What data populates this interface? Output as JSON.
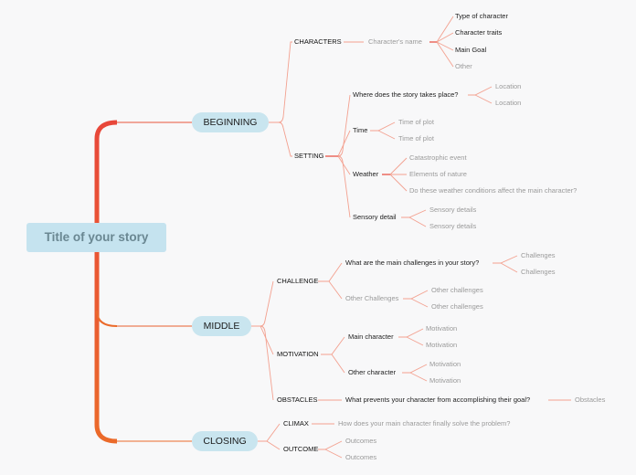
{
  "root": "Title of your story",
  "sections": {
    "beginning": "BEGINNING",
    "middle": "MIDDLE",
    "closing": "CLOSING"
  },
  "beginning": {
    "characters": {
      "label": "CHARACTERS",
      "name": "Character's name",
      "items": [
        "Type of character",
        "Character traits",
        "Main Goal",
        "Other"
      ]
    },
    "setting": {
      "label": "SETTING",
      "place": {
        "q": "Where does the story takes place?",
        "items": [
          "Location",
          "Location"
        ]
      },
      "time": {
        "q": "Time",
        "items": [
          "Time of plot",
          "Time of plot"
        ]
      },
      "weather": {
        "q": "Weather",
        "items": [
          "Catastrophic event",
          "Elements of nature",
          "Do these weather conditions affect the main character?"
        ]
      },
      "sensory": {
        "q": "Sensory detail",
        "items": [
          "Sensory details",
          "Sensory details"
        ]
      }
    }
  },
  "middle": {
    "challenge": {
      "label": "CHALLENGE",
      "main": {
        "q": "What are the main challenges in your story?",
        "items": [
          "Challenges",
          "Challenges"
        ]
      },
      "other": {
        "q": "Other Challenges",
        "items": [
          "Other challenges",
          "Other challenges"
        ]
      }
    },
    "motivation": {
      "label": "MOTIVATION",
      "main": {
        "q": "Main character",
        "items": [
          "Motivation",
          "Motivation"
        ]
      },
      "other": {
        "q": "Other character",
        "items": [
          "Motivation",
          "Motivation"
        ]
      }
    },
    "obstacles": {
      "label": "OBSTACLES",
      "q": "What prevents your character from accomplishing their goal?",
      "item": "Obstacles"
    }
  },
  "closing": {
    "climax": {
      "label": "CLIMAX",
      "q": "How does your main character finally solve the problem?"
    },
    "outcome": {
      "label": "OUTCOME",
      "items": [
        "Outcomes",
        "Outcomes"
      ]
    }
  },
  "colors": {
    "root_line": "#e8542e",
    "branch_line": "#f3a190",
    "node_fill": "#c9e5ef"
  }
}
